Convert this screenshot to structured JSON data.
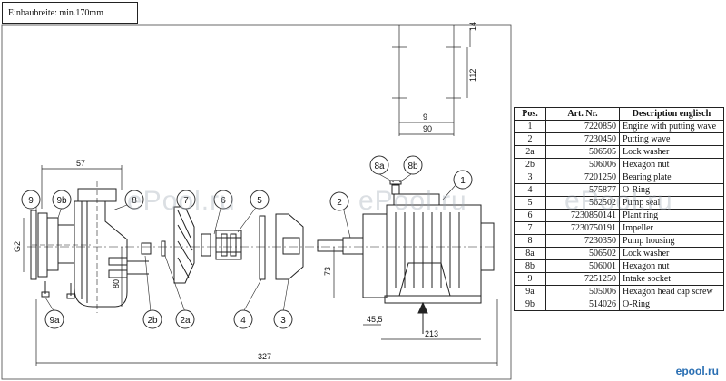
{
  "title_box": "Einbaubreite: min.170mm",
  "dimensions": {
    "d57": "57",
    "g2": "G2",
    "d80": "80",
    "d327": "327",
    "d73": "73",
    "d45_5": "45,5",
    "d213": "213",
    "d14": "14",
    "d112": "112",
    "d9": "9",
    "d90": "90"
  },
  "callouts": [
    "9",
    "9b",
    "8",
    "7",
    "6",
    "5",
    "2",
    "1",
    "8a",
    "8b",
    "9a",
    "2b",
    "2a",
    "4",
    "3"
  ],
  "table": {
    "headers": {
      "pos": "Pos.",
      "art": "Art. Nr.",
      "desc": "Description englisch"
    },
    "rows": [
      {
        "pos": "1",
        "art": "7220850",
        "desc": "Engine with putting wave"
      },
      {
        "pos": "2",
        "art": "7230450",
        "desc": "Putting wave"
      },
      {
        "pos": "2a",
        "art": "506505",
        "desc": "Lock washer"
      },
      {
        "pos": "2b",
        "art": "506006",
        "desc": "Hexagon nut"
      },
      {
        "pos": "3",
        "art": "7201250",
        "desc": "Bearing plate"
      },
      {
        "pos": "4",
        "art": "575877",
        "desc": "O-Ring"
      },
      {
        "pos": "5",
        "art": "562502",
        "desc": "Pump seal"
      },
      {
        "pos": "6",
        "art": "7230850141",
        "desc": "Plant ring"
      },
      {
        "pos": "7",
        "art": "7230750191",
        "desc": "Impeller"
      },
      {
        "pos": "8",
        "art": "7230350",
        "desc": "Pump housing"
      },
      {
        "pos": "8a",
        "art": "506502",
        "desc": "Lock washer"
      },
      {
        "pos": "8b",
        "art": "506001",
        "desc": "Hexagon nut"
      },
      {
        "pos": "9",
        "art": "7251250",
        "desc": "Intake socket"
      },
      {
        "pos": "9a",
        "art": "505006",
        "desc": "Hexagon head cap screw"
      },
      {
        "pos": "9b",
        "art": "514026",
        "desc": "O-Ring"
      }
    ]
  },
  "watermark": "ePool.ru",
  "logo": "epool.ru"
}
